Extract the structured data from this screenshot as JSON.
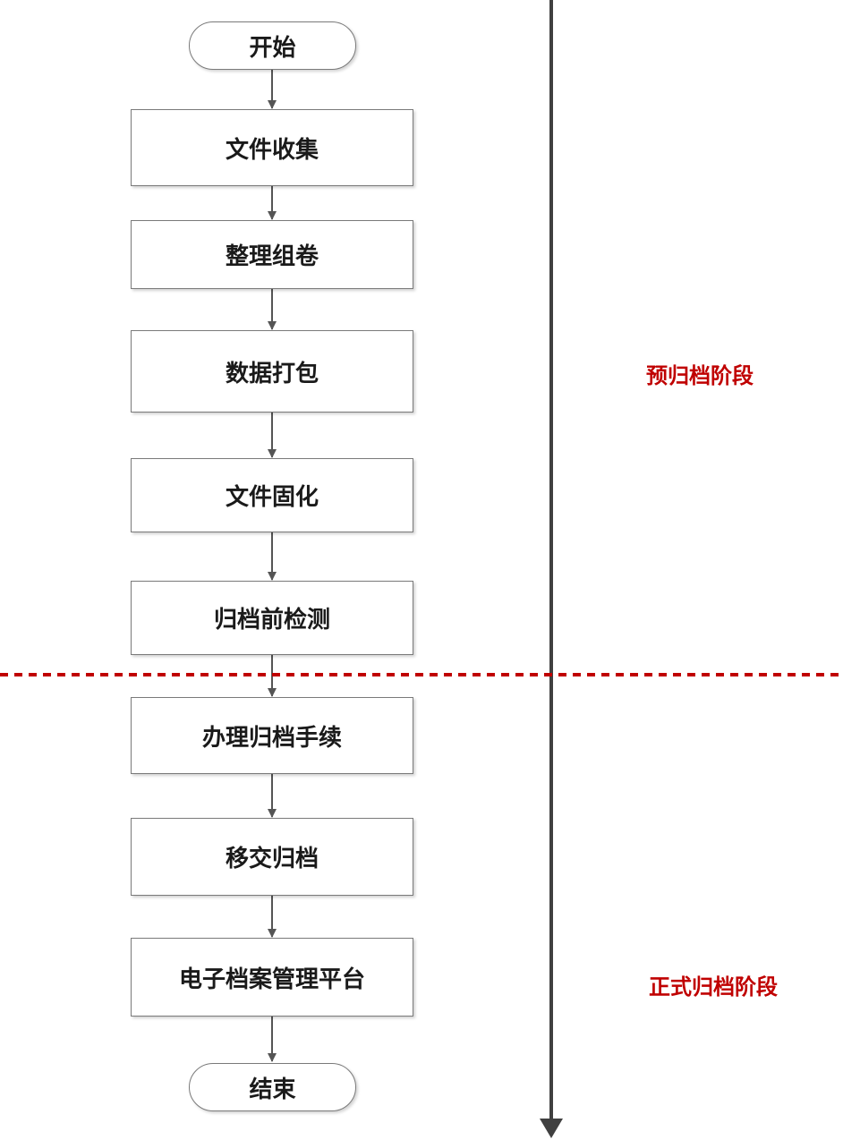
{
  "flowchart": {
    "start": "开始",
    "steps": [
      "文件收集",
      "整理组卷",
      "数据打包",
      "文件固化",
      "归档前检测",
      "办理归档手续",
      "移交归档",
      "电子档案管理平台"
    ],
    "end": "结束"
  },
  "stages": {
    "pre": "预归档阶段",
    "formal": "正式归档阶段"
  },
  "colors": {
    "stage_text": "#c00000",
    "divider": "#c00000",
    "timeline": "#404040",
    "box_border": "#7a7a7a",
    "connector": "#555555"
  }
}
